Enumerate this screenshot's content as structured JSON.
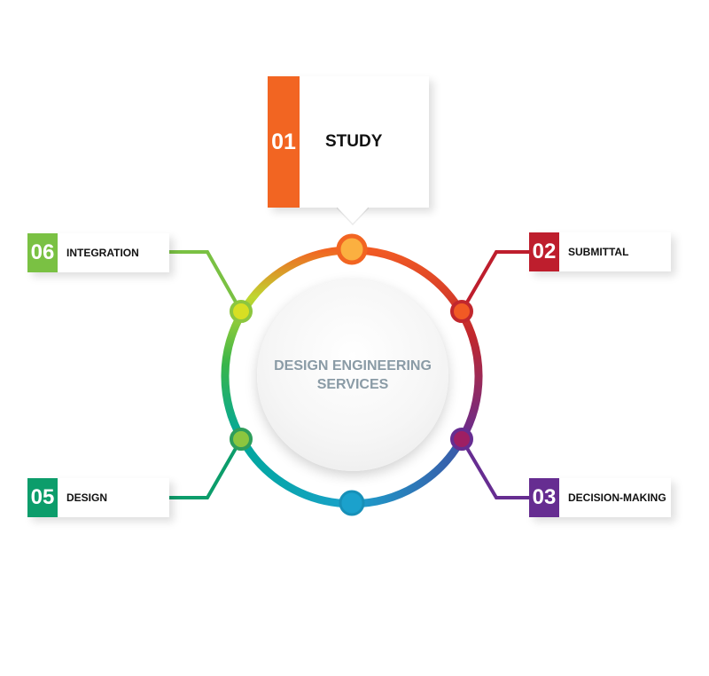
{
  "hub": {
    "title": "DESIGN ENGINEERING\nSERVICES"
  },
  "steps": [
    {
      "number": "01",
      "label": "STUDY",
      "color": "#f26522"
    },
    {
      "number": "02",
      "label": "SUBMITTAL",
      "color": "#be1e2d"
    },
    {
      "number": "03",
      "label": "DECISION-MAKING",
      "color": "#662d91"
    },
    {
      "number": "05",
      "label": "DESIGN",
      "color": "#0c9d6b"
    },
    {
      "number": "06",
      "label": "INTEGRATION",
      "color": "#7ac143"
    }
  ],
  "node_colors": {
    "top": "#fbb040",
    "upper-right": "#f15a24",
    "lower-right": "#9e1f63",
    "bottom": "#1ba1cc",
    "lower-left": "#8cc63f",
    "upper-left": "#d7df23"
  }
}
